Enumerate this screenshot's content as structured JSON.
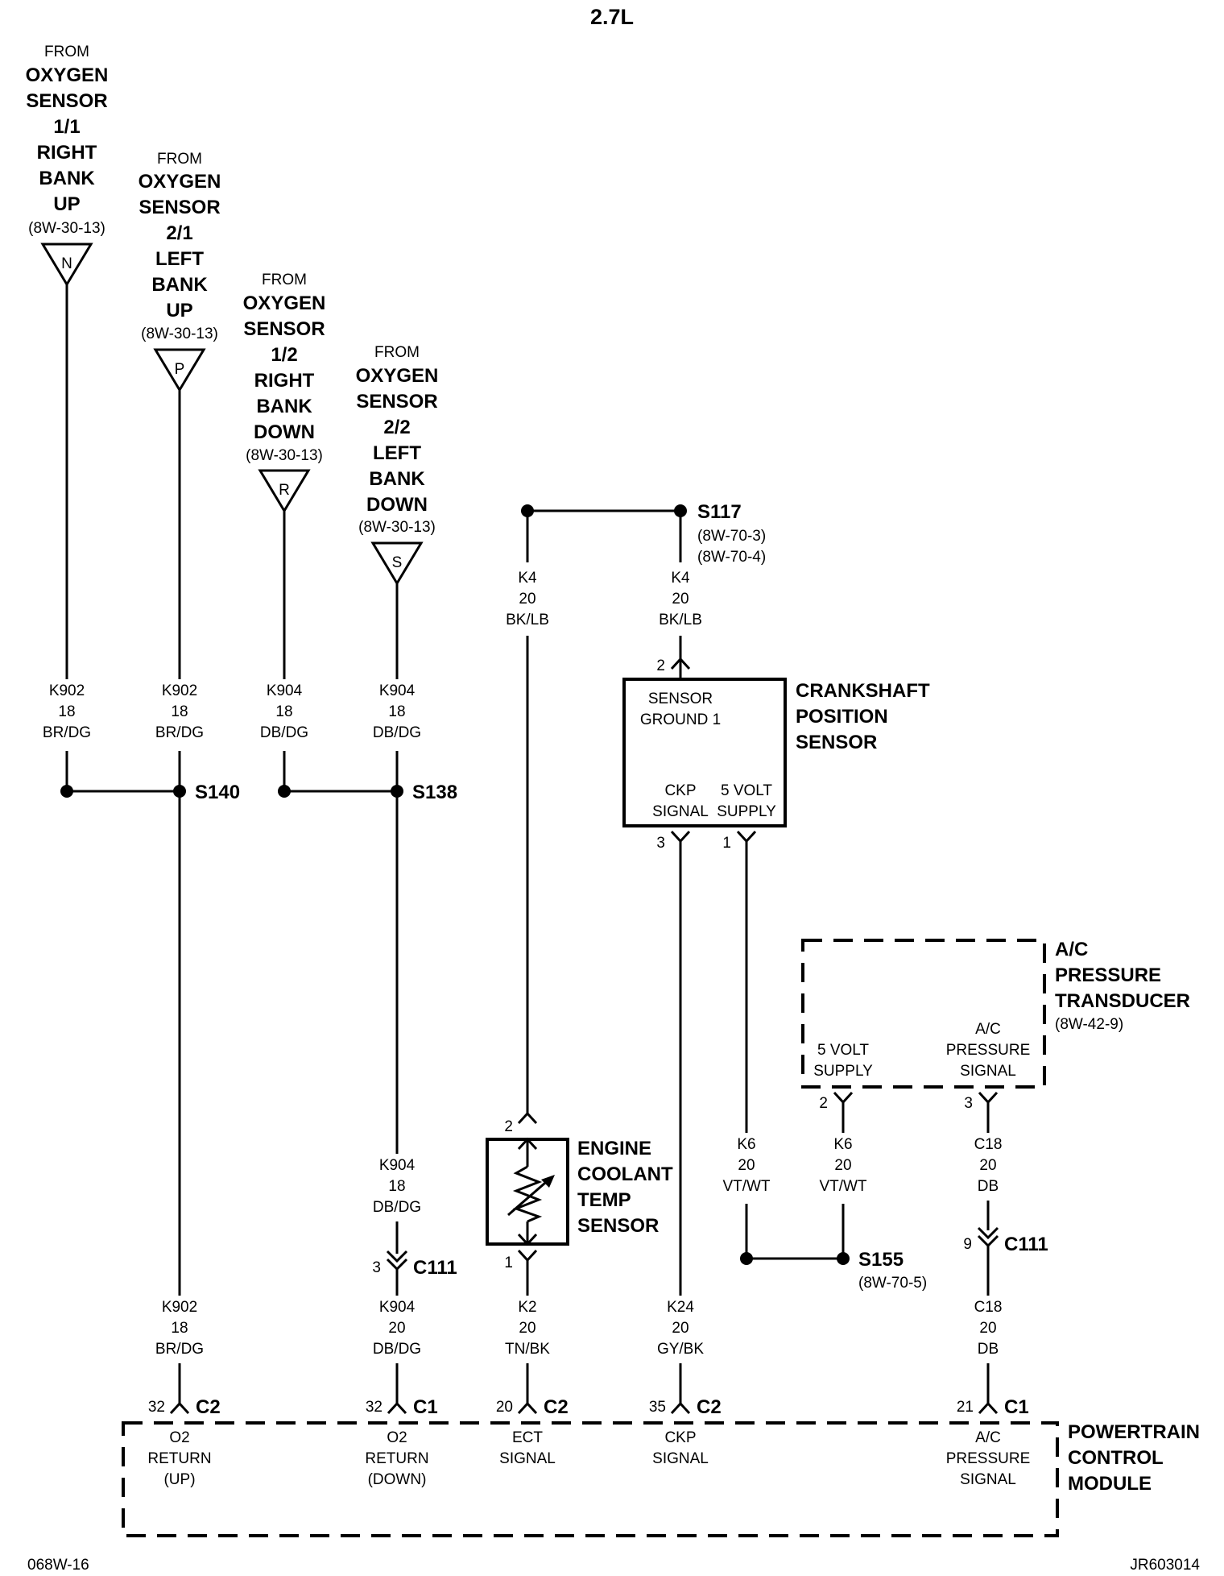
{
  "title": "2.7L",
  "footer_left": "068W-16",
  "footer_right": "JR603014",
  "o2_sources": [
    {
      "from": "FROM",
      "lines": [
        "OXYGEN",
        "SENSOR",
        "1/1",
        "RIGHT",
        "BANK",
        "UP"
      ],
      "ref": "(8W-30-13)",
      "letter": "N"
    },
    {
      "from": "FROM",
      "lines": [
        "OXYGEN",
        "SENSOR",
        "2/1",
        "LEFT",
        "BANK",
        "UP"
      ],
      "ref": "(8W-30-13)",
      "letter": "P"
    },
    {
      "from": "FROM",
      "lines": [
        "OXYGEN",
        "SENSOR",
        "1/2",
        "RIGHT",
        "BANK",
        "DOWN"
      ],
      "ref": "(8W-30-13)",
      "letter": "R"
    },
    {
      "from": "FROM",
      "lines": [
        "OXYGEN",
        "SENSOR",
        "2/2",
        "LEFT",
        "BANK",
        "DOWN"
      ],
      "ref": "(8W-30-13)",
      "letter": "S"
    }
  ],
  "wires": {
    "w1": [
      "K902",
      "18",
      "BR/DG"
    ],
    "w2": [
      "K902",
      "18",
      "BR/DG"
    ],
    "w3": [
      "K904",
      "18",
      "DB/DG"
    ],
    "w4": [
      "K904",
      "18",
      "DB/DG"
    ],
    "k4a": [
      "K4",
      "20",
      "BK/LB"
    ],
    "k4b": [
      "K4",
      "20",
      "BK/LB"
    ],
    "k904lower": [
      "K904",
      "18",
      "DB/DG"
    ],
    "k902bottom": [
      "K902",
      "18",
      "BR/DG"
    ],
    "k904bottom": [
      "K904",
      "20",
      "DB/DG"
    ],
    "k2": [
      "K2",
      "20",
      "TN/BK"
    ],
    "k24": [
      "K24",
      "20",
      "GY/BK"
    ],
    "k6a": [
      "K6",
      "20",
      "VT/WT"
    ],
    "k6b": [
      "K6",
      "20",
      "VT/WT"
    ],
    "c18a": [
      "C18",
      "20",
      "DB"
    ],
    "c18b": [
      "C18",
      "20",
      "DB"
    ]
  },
  "splices": {
    "s140": "S140",
    "s138": "S138",
    "s117": {
      "name": "S117",
      "refs": [
        "(8W-70-3)",
        "(8W-70-4)"
      ]
    },
    "s155": {
      "name": "S155",
      "ref": "(8W-70-5)"
    }
  },
  "ckp_sensor": {
    "title": [
      "CRANKSHAFT",
      "POSITION",
      "SENSOR"
    ],
    "ground": [
      "SENSOR",
      "GROUND 1"
    ],
    "signal": [
      "CKP",
      "SIGNAL"
    ],
    "supply": [
      "5 VOLT",
      "SUPPLY"
    ],
    "pins": {
      "ground": "2",
      "signal": "3",
      "supply": "1"
    }
  },
  "ac_transducer": {
    "title": [
      "A/C",
      "PRESSURE",
      "TRANSDUCER"
    ],
    "ref": "(8W-42-9)",
    "supply": [
      "5 VOLT",
      "SUPPLY"
    ],
    "signal": [
      "A/C",
      "PRESSURE",
      "SIGNAL"
    ],
    "pins": {
      "supply": "2",
      "signal": "3"
    }
  },
  "ect_sensor": {
    "title": [
      "ENGINE",
      "COOLANT",
      "TEMP",
      "SENSOR"
    ],
    "pins": {
      "top": "2",
      "bottom": "1"
    }
  },
  "c111": {
    "left": {
      "pin": "3",
      "name": "C111"
    },
    "right": {
      "pin": "9",
      "name": "C111"
    }
  },
  "pcm": {
    "title": [
      "POWERTRAIN",
      "CONTROL",
      "MODULE"
    ],
    "terminals": [
      {
        "pin": "32",
        "conn": "C2",
        "label": [
          "O2",
          "RETURN",
          "(UP)"
        ]
      },
      {
        "pin": "32",
        "conn": "C1",
        "label": [
          "O2",
          "RETURN",
          "(DOWN)"
        ]
      },
      {
        "pin": "20",
        "conn": "C2",
        "label": [
          "ECT",
          "SIGNAL"
        ]
      },
      {
        "pin": "35",
        "conn": "C2",
        "label": [
          "CKP",
          "SIGNAL"
        ]
      },
      {
        "pin": "21",
        "conn": "C1",
        "label": [
          "A/C",
          "PRESSURE",
          "SIGNAL"
        ]
      }
    ]
  }
}
